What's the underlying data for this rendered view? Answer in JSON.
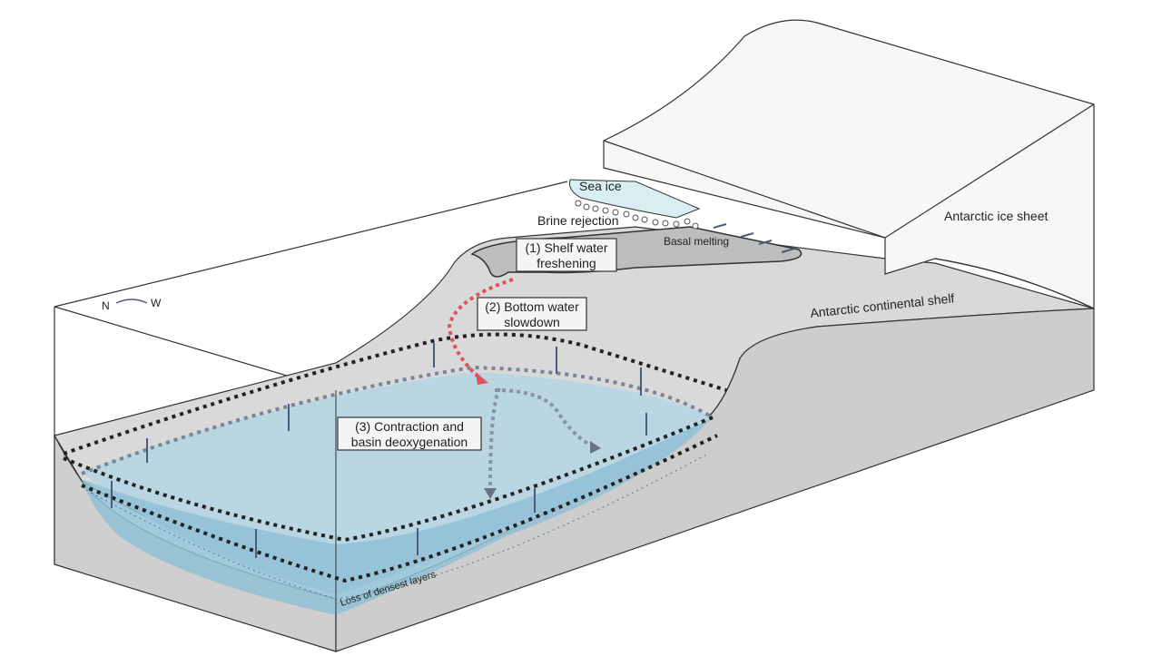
{
  "labels": {
    "sea_ice": "Sea ice",
    "brine_rejection": "Brine rejection",
    "basal_melting": "Basal melting",
    "ice_sheet": "Antarctic ice sheet",
    "continental_shelf": "Antarctic continental shelf",
    "compass_n": "N",
    "compass_w": "W",
    "loss_layers": "Loss of densest layers"
  },
  "boxes": {
    "step1_line1": "(1) Shelf water",
    "step1_line2": "freshening",
    "step2_line1": "(2) Bottom water",
    "step2_line2": "slowdown",
    "step3_line1": "(3) Contraction and",
    "step3_line2": "basin deoxygenation"
  },
  "colors": {
    "water_light": "#b9d6e2",
    "water_deep": "#8fbfd6",
    "terrain": "#d4d4d4",
    "arrow_red": "#e0525a"
  }
}
